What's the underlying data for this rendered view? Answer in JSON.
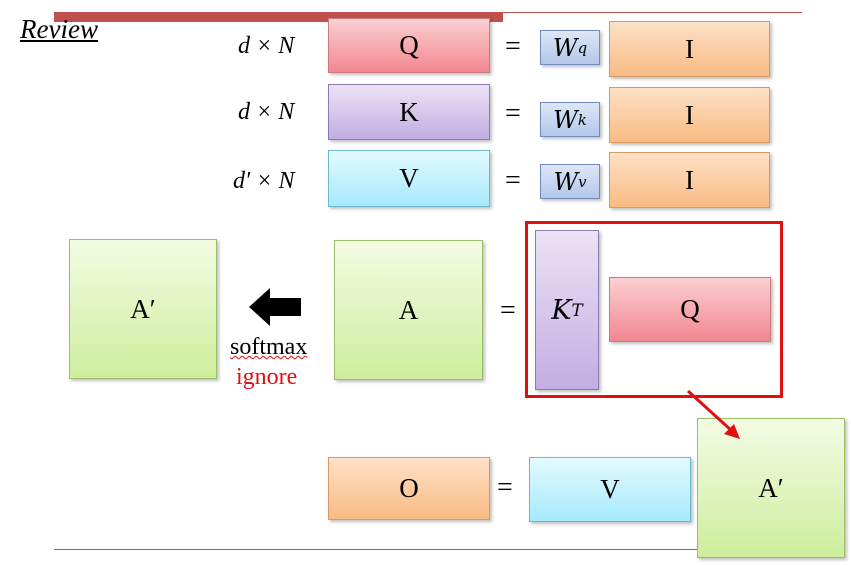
{
  "header": {
    "title": "Review"
  },
  "rows": [
    {
      "dim": "d × N",
      "left": "Q",
      "eq": "=",
      "w_base": "W",
      "w_sup": "q",
      "right": "I"
    },
    {
      "dim": "d × N",
      "left": "K",
      "eq": "=",
      "w_base": "W",
      "w_sup": "k",
      "right": "I"
    },
    {
      "dim": "d′ × N",
      "left": "V",
      "eq": "=",
      "w_base": "W",
      "w_sup": "v",
      "right": "I"
    }
  ],
  "attention": {
    "a_prime": "A′",
    "arrow_icon": "left-arrow-icon",
    "softmax": "softmax",
    "ignore": "ignore",
    "a": "A",
    "eq": "=",
    "kt_base": "K",
    "kt_sup": "T",
    "q": "Q"
  },
  "output": {
    "o": "O",
    "eq": "=",
    "v": "V",
    "a_prime": "A′"
  },
  "colors": {
    "q": "#f2878f",
    "k": "#c2aee2",
    "v": "#a6e9fb",
    "i": "#f9bb84",
    "a": "#cdee9c",
    "w": "#b3c7ea",
    "highlight": "#e01010",
    "header_bar": "#c0504d",
    "ignore_text": "#e01010"
  }
}
